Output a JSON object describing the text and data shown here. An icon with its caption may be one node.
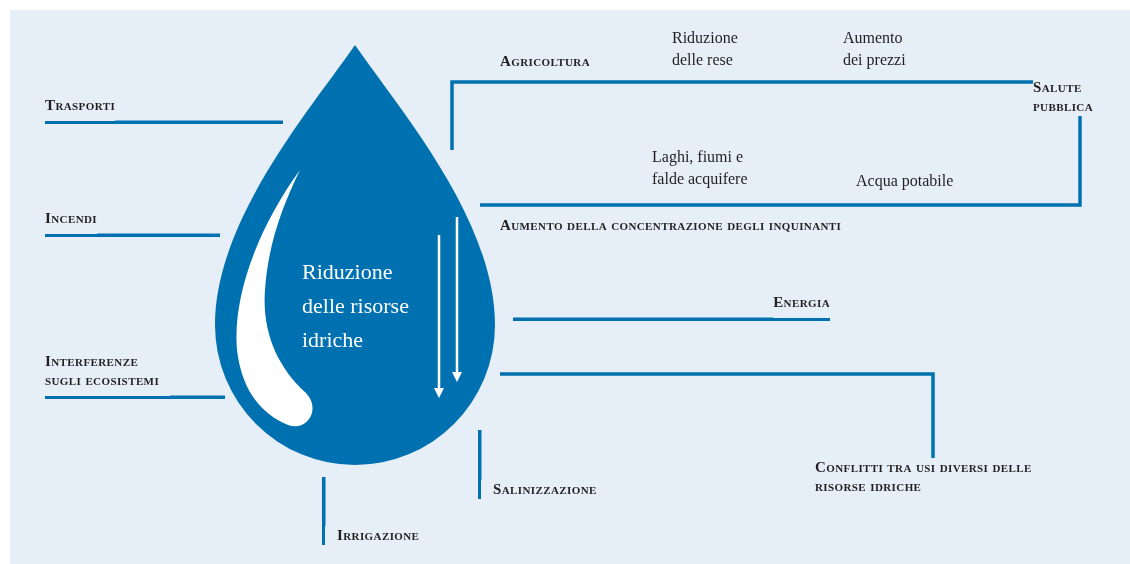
{
  "diagram": {
    "nodes": [
      {
        "text": [
          "Riduzione delle risorse idriche"
        ]
      },
      {
        "text": [
          "Trasporti"
        ]
      },
      {
        "text": [
          "Salute pubblica"
        ]
      },
      {
        "text": [
          "Incendi"
        ]
      },
      {
        "text": [
          "Energia"
        ]
      },
      {
        "text": [
          "Interferenze sugli ecosistemi"
        ]
      },
      {
        "text": [
          "Conflitti tra usi diversi delle risorse idriche"
        ]
      },
      {
        "text": [
          "Salinizzazione"
        ]
      },
      {
        "text": [
          "Irrigazione"
        ]
      }
    ],
    "edges": [
      {
        "from": 0,
        "to": 1,
        "arrow": "none"
      },
      {
        "from": 0,
        "to": 2,
        "arrow": "none"
      },
      {
        "from": 2,
        "to": 0,
        "arrow": "none"
      },
      {
        "from": 0,
        "to": 3,
        "arrow": "none"
      },
      {
        "from": 0,
        "to": 4,
        "arrow": "none"
      },
      {
        "from": 0,
        "to": 5,
        "arrow": "none"
      },
      {
        "from": 0,
        "to": 6,
        "arrow": "none"
      },
      {
        "from": 0,
        "to": 7,
        "arrow": "none"
      },
      {
        "from": 0,
        "to": 8,
        "arrow": "none"
      }
    ],
    "labels": [
      "Agricoltura",
      "Riduzione delle rese",
      "Aumento dei prezzi",
      "Laghi, fiumi e falde acquifere",
      "Acqua potabile",
      "Aumento della concentrazione degli inquinanti"
    ]
  }
}
